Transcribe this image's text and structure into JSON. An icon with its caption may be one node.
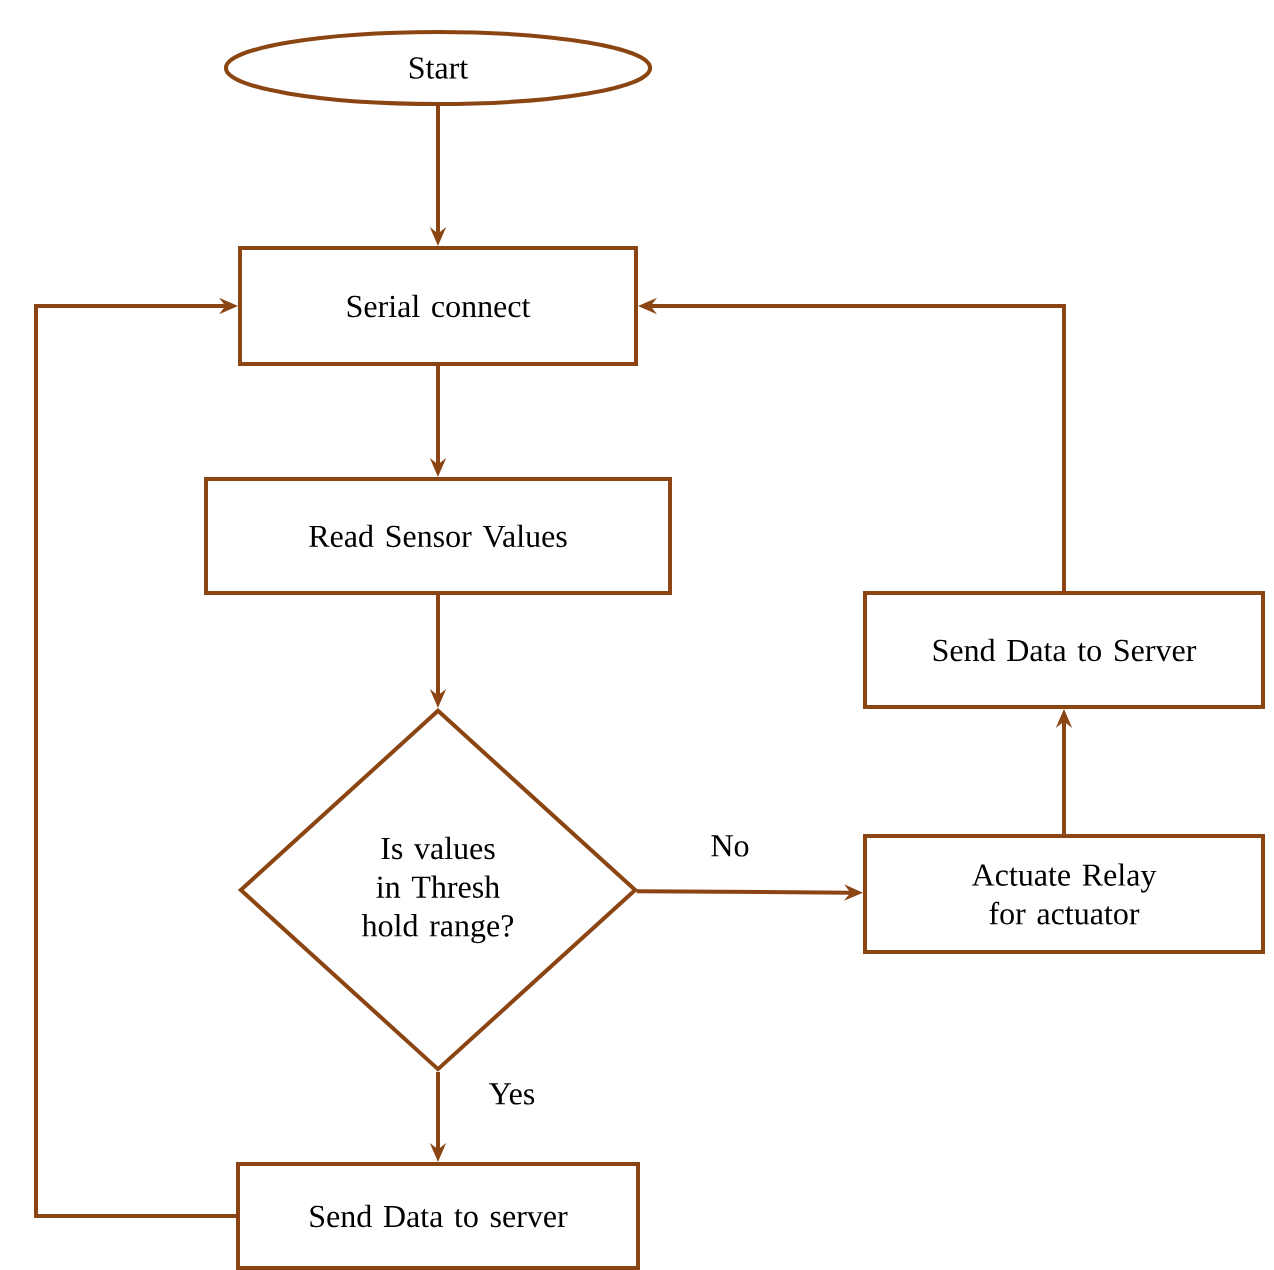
{
  "diagram": {
    "nodes": [
      {
        "text": [
          "Start"
        ]
      },
      {
        "text": [
          "Serial connect"
        ]
      },
      {
        "text": [
          "Read Sensor Values"
        ]
      },
      {
        "text": [
          "Is values in Thresh hold range?"
        ]
      },
      {
        "text": [
          "Send Data to server"
        ]
      },
      {
        "text": [
          "Actuate Relay for actuator"
        ]
      },
      {
        "text": [
          "Send Data to Server"
        ]
      }
    ],
    "edges": [
      {
        "from": 0,
        "to": 1,
        "arrow": "to"
      },
      {
        "from": 1,
        "to": 2,
        "arrow": "to"
      },
      {
        "from": 2,
        "to": 3,
        "arrow": "to"
      },
      {
        "from": 3,
        "to": 4,
        "arrow": "to",
        "label": "Yes"
      },
      {
        "from": 3,
        "to": 5,
        "arrow": "to",
        "label": "No"
      },
      {
        "from": 5,
        "to": 6,
        "arrow": "to"
      },
      {
        "from": 6,
        "to": 1,
        "arrow": "to"
      },
      {
        "from": 4,
        "to": 1,
        "arrow": "to"
      }
    ]
  }
}
